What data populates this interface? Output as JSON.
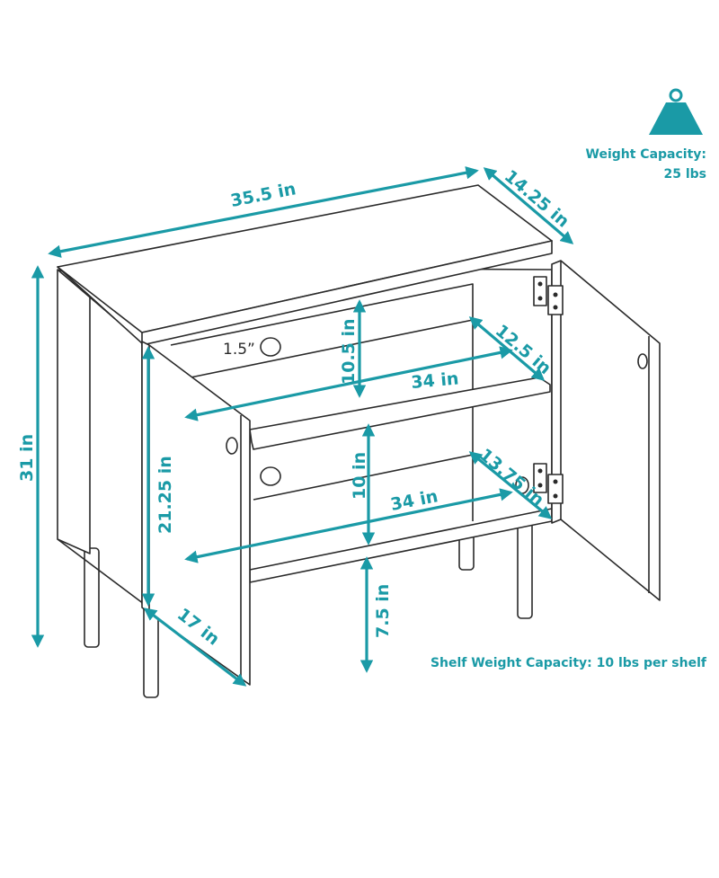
{
  "colors": {
    "accent": "#1a9aa6",
    "outline": "#2a2a2a"
  },
  "icons": {
    "weight": "weight-icon"
  },
  "weight_capacity": {
    "label": "Weight Capacity:",
    "value": "25 lbs"
  },
  "shelf_weight_capacity": "Shelf Weight Capacity: 10 lbs per shelf",
  "dimensions": {
    "width": "35.5 in",
    "depth": "14.25 in",
    "height": "31 in",
    "door_height": "21.25 in",
    "door_width": "17 in",
    "upper_opening_height": "10.5 in",
    "upper_shelf_width": "34 in",
    "upper_shelf_depth": "12.5 in",
    "cord_hole": "1.5”",
    "lower_opening_height": "10 in",
    "lower_shelf_width": "34 in",
    "lower_shelf_depth": "13.75 in",
    "leg_height": "7.5 in"
  }
}
